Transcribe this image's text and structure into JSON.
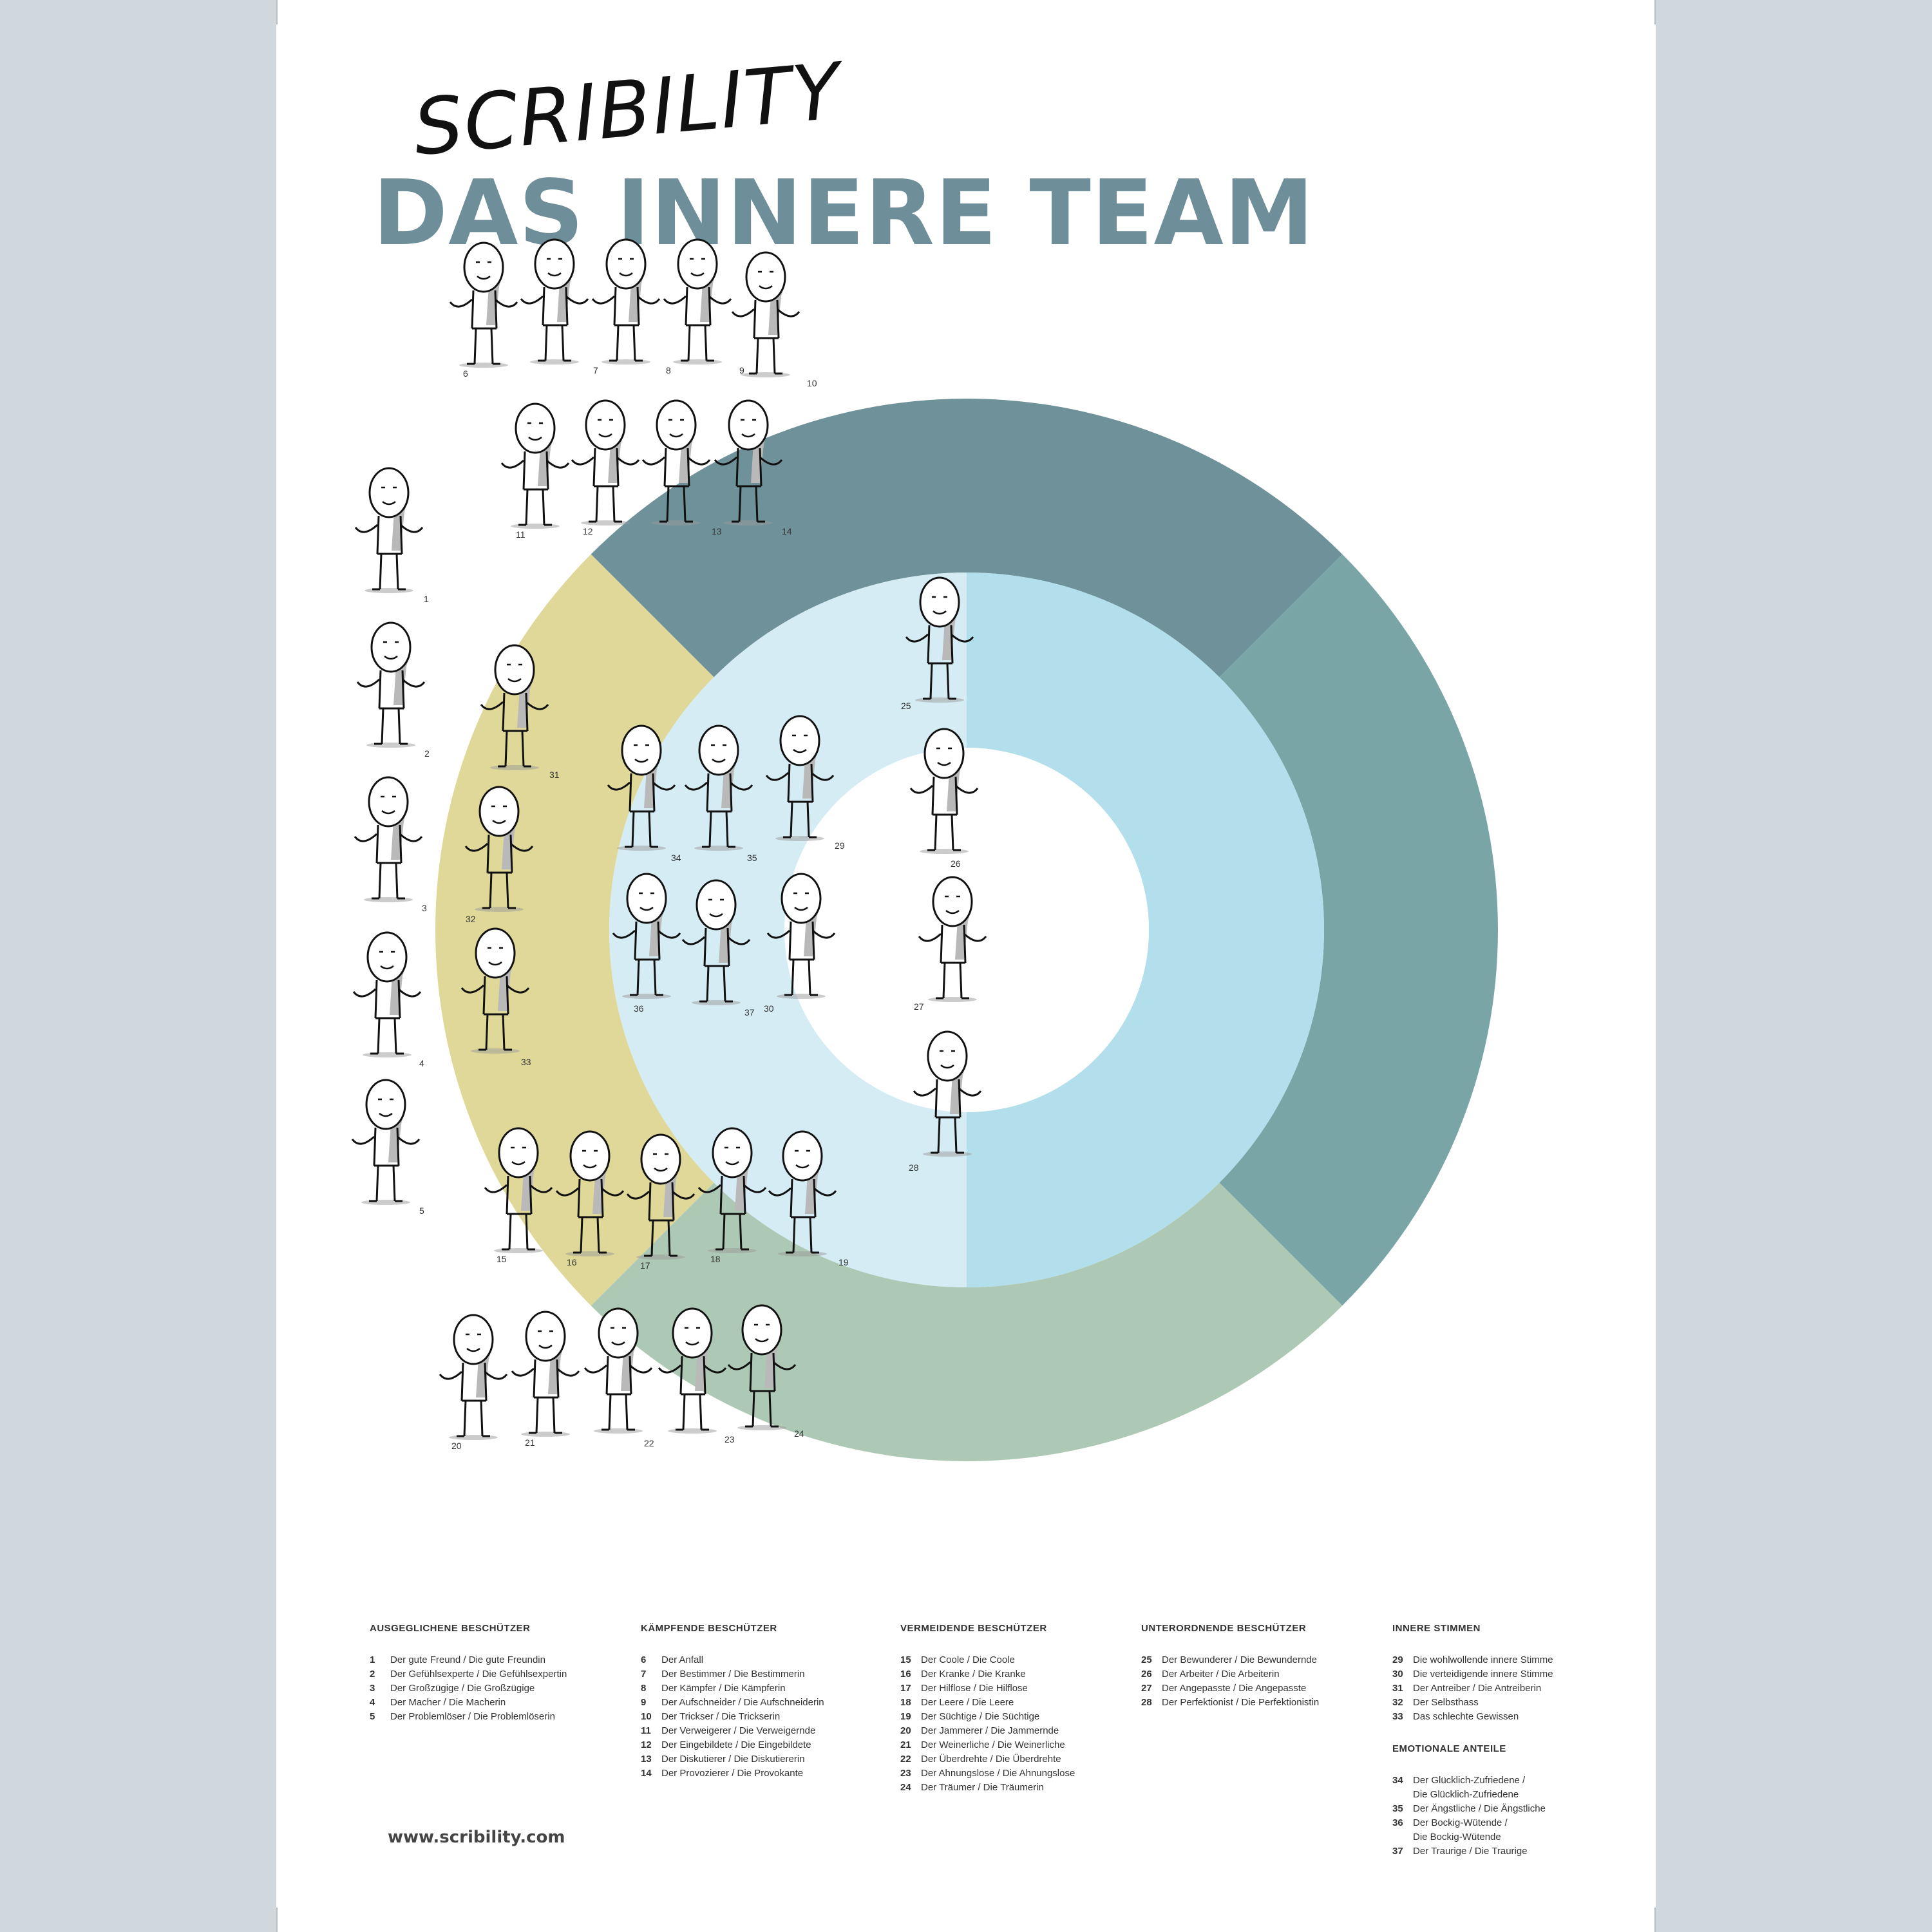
{
  "header": {
    "brand": "SCRIBILITY",
    "title": "DAS INNERE TEAM"
  },
  "colors": {
    "background": "#d0d8de",
    "poster": "#ffffff",
    "title": "#6e8e99",
    "ring_top": "#6f929a",
    "ring_right": "#7aa5a6",
    "ring_left": "#dfd898",
    "ring_bottom": "#adc9b5",
    "inner_left": "#d5ecf5",
    "inner_right": "#b3deeb",
    "center": "#ffffff"
  },
  "figures": [
    {
      "num": "1"
    },
    {
      "num": "2"
    },
    {
      "num": "3"
    },
    {
      "num": "4"
    },
    {
      "num": "5"
    },
    {
      "num": "6"
    },
    {
      "num": "7"
    },
    {
      "num": "8"
    },
    {
      "num": "9"
    },
    {
      "num": "10"
    },
    {
      "num": "11"
    },
    {
      "num": "12"
    },
    {
      "num": "13"
    },
    {
      "num": "14"
    },
    {
      "num": "15"
    },
    {
      "num": "16"
    },
    {
      "num": "17"
    },
    {
      "num": "18"
    },
    {
      "num": "19"
    },
    {
      "num": "20"
    },
    {
      "num": "21"
    },
    {
      "num": "22"
    },
    {
      "num": "23"
    },
    {
      "num": "24"
    },
    {
      "num": "25"
    },
    {
      "num": "26"
    },
    {
      "num": "27"
    },
    {
      "num": "28"
    },
    {
      "num": "29"
    },
    {
      "num": "30"
    },
    {
      "num": "31"
    },
    {
      "num": "32"
    },
    {
      "num": "33"
    },
    {
      "num": "34"
    },
    {
      "num": "35"
    },
    {
      "num": "36"
    },
    {
      "num": "37"
    }
  ],
  "legend": {
    "ausgeglichene": {
      "heading": "AUSGEGLICHENE BESCHÜTZER",
      "items": [
        {
          "num": "1",
          "text": "Der gute Freund / Die gute Freundin"
        },
        {
          "num": "2",
          "text": "Der Gefühlsexperte / Die Gefühlsexpertin"
        },
        {
          "num": "3",
          "text": "Der Großzügige / Die Großzügige"
        },
        {
          "num": "4",
          "text": "Der Macher / Die Macherin"
        },
        {
          "num": "5",
          "text": "Der Problemlöser / Die Problemlöserin"
        }
      ]
    },
    "kaempfende": {
      "heading": "KÄMPFENDE BESCHÜTZER",
      "items": [
        {
          "num": "6",
          "text": "Der Anfall"
        },
        {
          "num": "7",
          "text": "Der Bestimmer / Die Bestimmerin"
        },
        {
          "num": "8",
          "text": "Der Kämpfer / Die Kämpferin"
        },
        {
          "num": "9",
          "text": "Der Aufschneider / Die Aufschneiderin"
        },
        {
          "num": "10",
          "text": "Der Trickser / Die Trickserin"
        },
        {
          "num": "11",
          "text": "Der Verweigerer / Die Verweigernde"
        },
        {
          "num": "12",
          "text": "Der Eingebildete / Die Eingebildete"
        },
        {
          "num": "13",
          "text": "Der Diskutierer / Die Diskutiererin"
        },
        {
          "num": "14",
          "text": "Der Provozierer / Die Provokante"
        }
      ]
    },
    "vermeidende": {
      "heading": "VERMEIDENDE BESCHÜTZER",
      "items": [
        {
          "num": "15",
          "text": "Der Coole / Die Coole"
        },
        {
          "num": "16",
          "text": "Der Kranke / Die Kranke"
        },
        {
          "num": "17",
          "text": "Der Hilflose / Die Hilflose"
        },
        {
          "num": "18",
          "text": "Der Leere / Die Leere"
        },
        {
          "num": "19",
          "text": "Der Süchtige / Die Süchtige"
        },
        {
          "num": "20",
          "text": "Der Jammerer / Die Jammernde"
        },
        {
          "num": "21",
          "text": "Der Weinerliche / Die Weinerliche"
        },
        {
          "num": "22",
          "text": "Der Überdrehte / Die Überdrehte"
        },
        {
          "num": "23",
          "text": "Der Ahnungslose / Die Ahnungslose"
        },
        {
          "num": "24",
          "text": "Der Träumer / Die Träumerin"
        }
      ]
    },
    "unterordnende": {
      "heading": "UNTERORDNENDE BESCHÜTZER",
      "items": [
        {
          "num": "25",
          "text": "Der Bewunderer / Die Bewundernde"
        },
        {
          "num": "26",
          "text": "Der Arbeiter / Die Arbeiterin"
        },
        {
          "num": "27",
          "text": "Der Angepasste / Die Angepasste"
        },
        {
          "num": "28",
          "text": "Der Perfektionist / Die Perfektionistin"
        }
      ]
    },
    "innere": {
      "heading": "INNERE STIMMEN",
      "items": [
        {
          "num": "29",
          "text": "Die wohlwollende innere Stimme"
        },
        {
          "num": "30",
          "text": "Die verteidigende innere Stimme"
        },
        {
          "num": "31",
          "text": "Der Antreiber / Die Antreiberin"
        },
        {
          "num": "32",
          "text": "Der Selbsthass"
        },
        {
          "num": "33",
          "text": "Das schlechte Gewissen"
        }
      ]
    },
    "emotionale": {
      "heading": "EMOTIONALE ANTEILE",
      "items": [
        {
          "num": "34",
          "text": "Der Glücklich-Zufriedene /",
          "text2": "Die Glücklich-Zufriedene"
        },
        {
          "num": "35",
          "text": "Der Ängstliche / Die Ängstliche"
        },
        {
          "num": "36",
          "text": "Der Bockig-Wütende /",
          "text2": "Die Bockig-Wütende"
        },
        {
          "num": "37",
          "text": "Der Traurige / Die Traurige"
        }
      ]
    }
  },
  "footer": {
    "url": "www.scribility.com"
  }
}
